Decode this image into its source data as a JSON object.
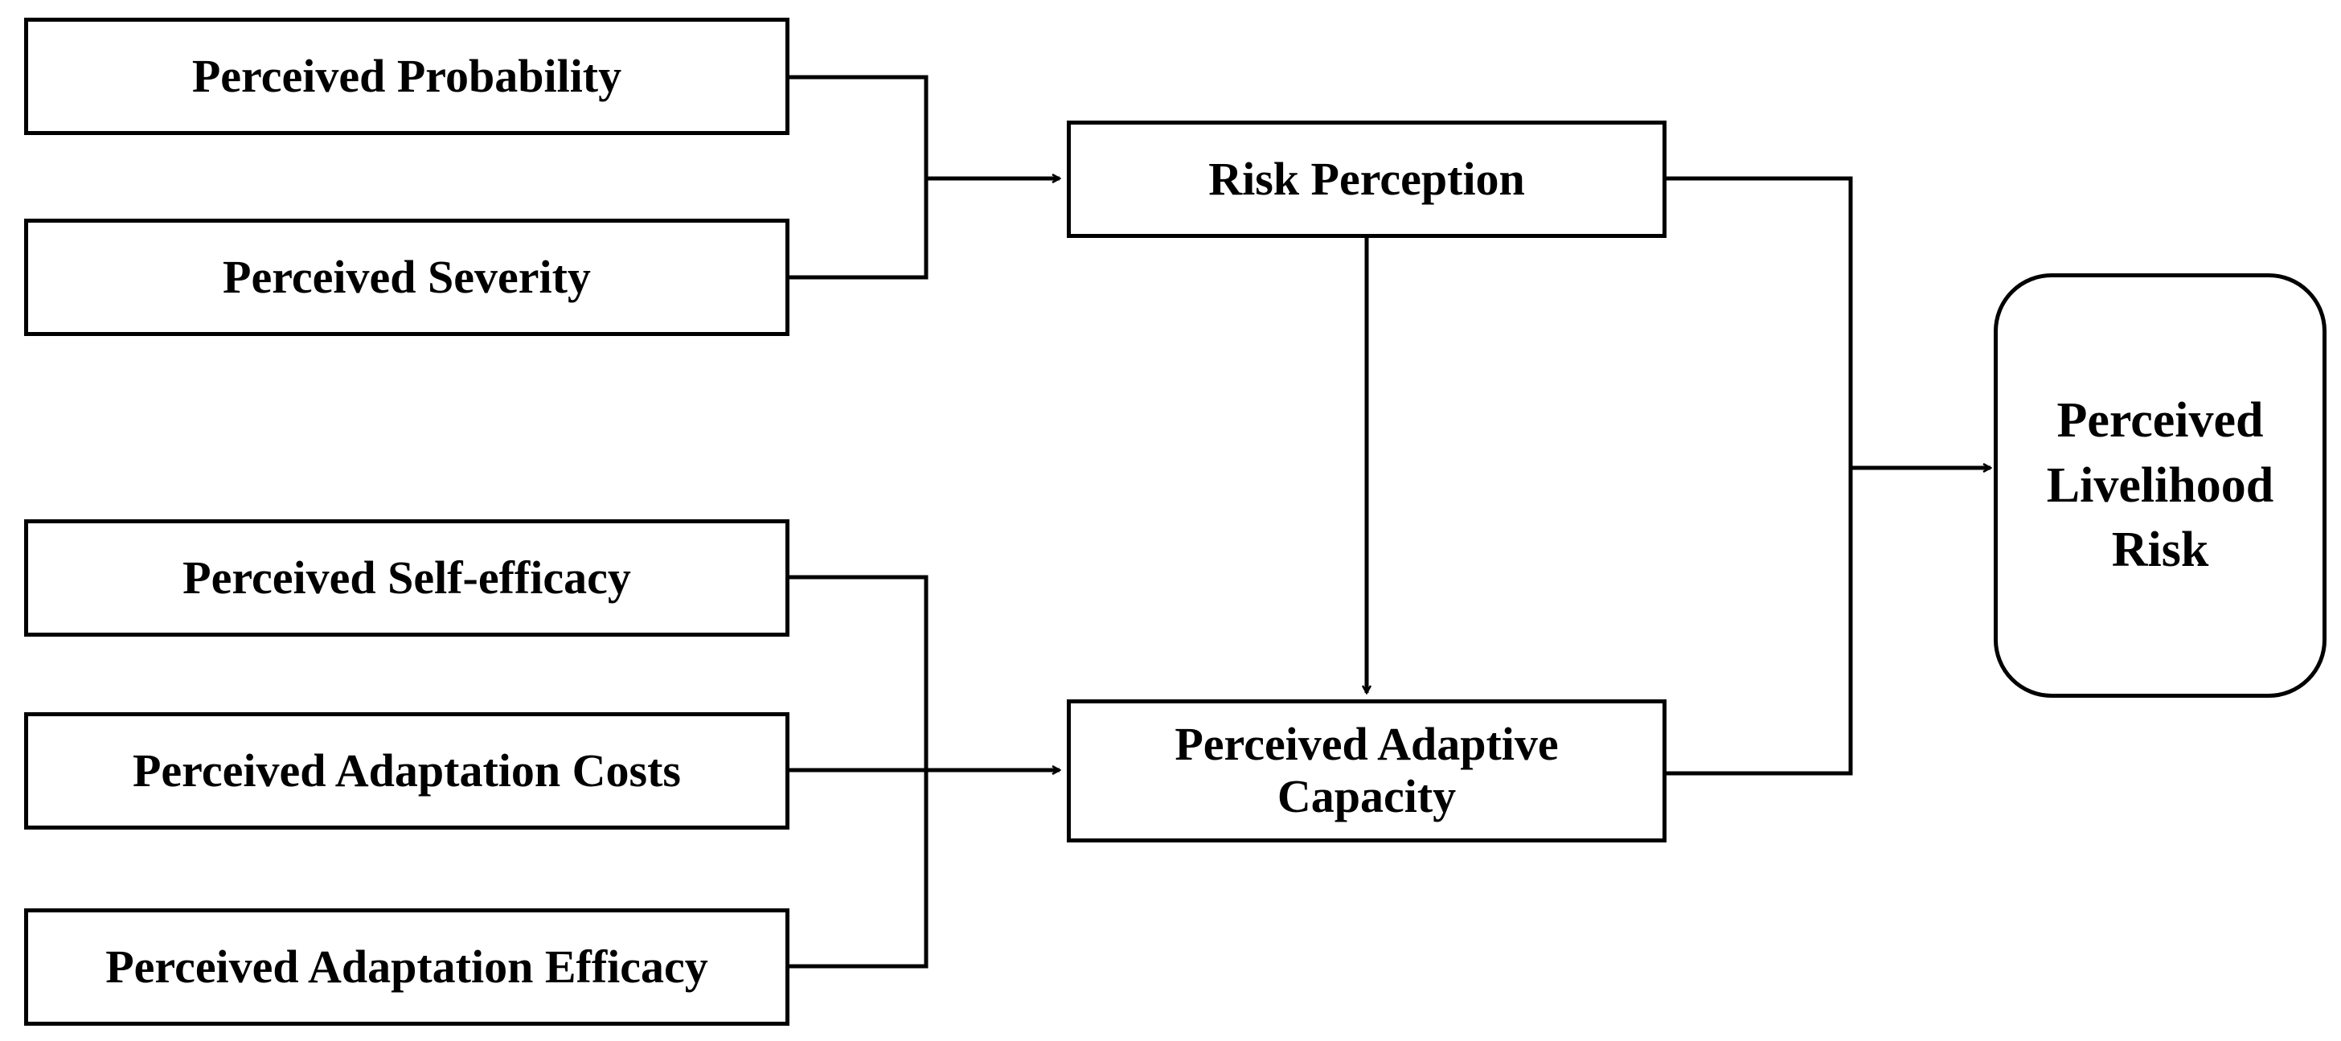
{
  "diagram": {
    "nodes": {
      "perceived_probability": "Perceived Probability",
      "perceived_severity": "Perceived Severity",
      "perceived_self_efficacy": "Perceived Self-efficacy",
      "perceived_adaptation_costs": "Perceived Adaptation Costs",
      "perceived_adaptation_efficacy": "Perceived Adaptation Efficacy",
      "risk_perception": "Risk Perception",
      "perceived_adaptive_capacity": "Perceived Adaptive\nCapacity",
      "perceived_livelihood_risk": "Perceived\nLivelihood\nRisk"
    },
    "edges": [
      {
        "from": [
          "perceived_probability",
          "perceived_severity"
        ],
        "to": "risk_perception"
      },
      {
        "from": [
          "perceived_self_efficacy",
          "perceived_adaptation_costs",
          "perceived_adaptation_efficacy"
        ],
        "to": "perceived_adaptive_capacity"
      },
      {
        "from": [
          "risk_perception"
        ],
        "to": "perceived_adaptive_capacity"
      },
      {
        "from": [
          "risk_perception",
          "perceived_adaptive_capacity"
        ],
        "to": "perceived_livelihood_risk"
      }
    ],
    "colors": {
      "stroke": "#000000",
      "fill": "#ffffff",
      "text": "#000000"
    }
  }
}
